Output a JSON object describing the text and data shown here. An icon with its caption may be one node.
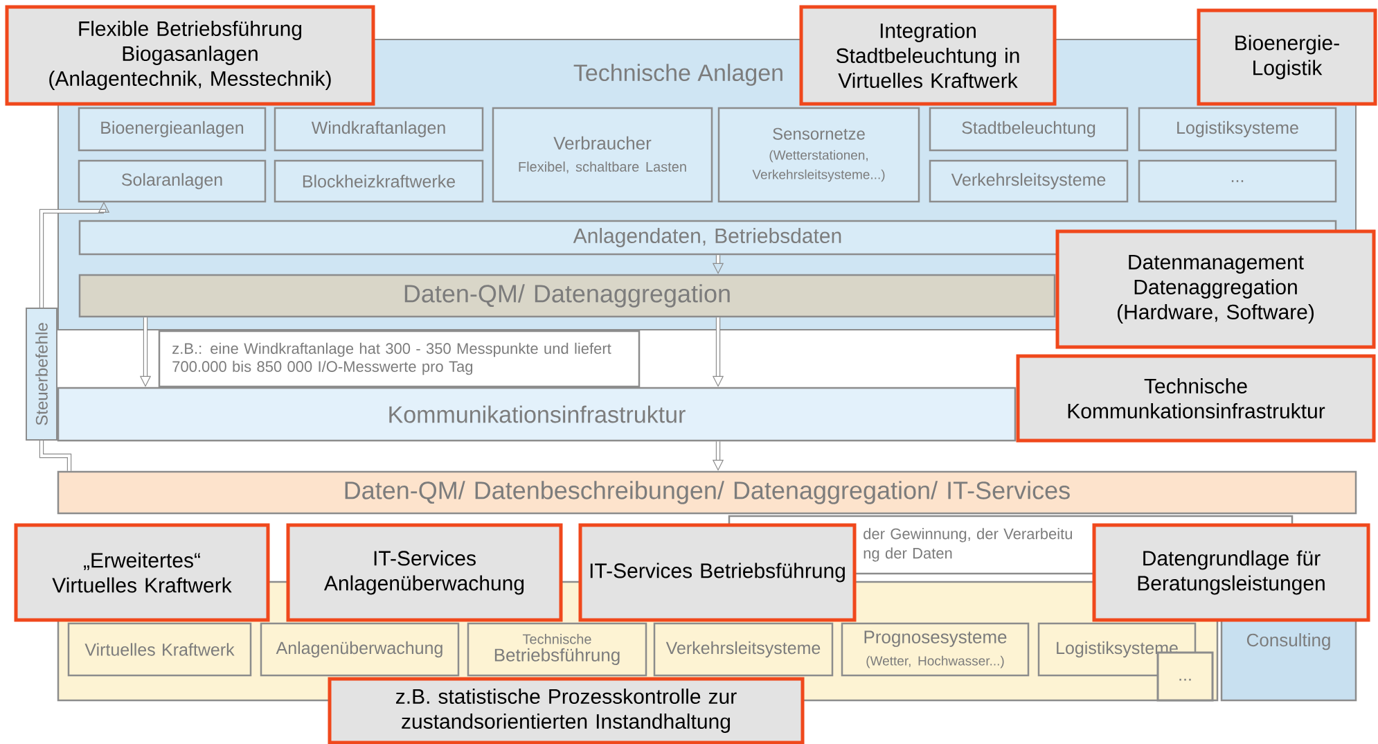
{
  "diagram": {
    "nodes": [
      {
        "text": [
          "Flexible Betriebsführung Biogasanlagen (Anlagentechnik, Messtechnik)"
        ]
      },
      {
        "text": [
          "Technische Anlagen"
        ]
      },
      {
        "text": [
          "Integration Stadtbeleuchtung in Virtuelles Kraftwerk"
        ]
      },
      {
        "text": [
          "Bioenergie-Logistik"
        ]
      },
      {
        "text": [
          "Bioenergieanlagen"
        ],
        "in": 1
      },
      {
        "text": [
          "Windkraftanlagen"
        ],
        "in": 1
      },
      {
        "text": [
          "Verbraucher",
          "Flexibel, schaltbare Lasten"
        ],
        "in": 1
      },
      {
        "text": [
          "Sensornetze",
          "(Wetterstationen, Verkehrsleitsysteme...)"
        ],
        "in": 1
      },
      {
        "text": [
          "Stadtbeleuchtung"
        ],
        "in": 1
      },
      {
        "text": [
          "Logistiksysteme"
        ],
        "in": 1
      },
      {
        "text": [
          "Solaranlagen"
        ],
        "in": 1
      },
      {
        "text": [
          "Blockheizkraftwerke"
        ],
        "in": 1
      },
      {
        "text": [
          "Verkehrsleitsysteme"
        ],
        "in": 1
      },
      {
        "text": [
          "..."
        ],
        "in": 1
      },
      {
        "text": [
          "Anlagendaten, Betriebsdaten"
        ],
        "in": 1
      },
      {
        "text": [
          "Daten-QM/ Datenaggregation"
        ],
        "in": 1
      },
      {
        "text": [
          "Datenmanagement Datenaggregation (Hardware, Software)"
        ]
      },
      {
        "text": [
          "z.B.: eine Windkraftanlage hat 300 - 350 Messpunkte und liefert 700.000 bis 850 000 I/O-Messwerte pro Tag"
        ]
      },
      {
        "text": [
          "Kommunikationsinfrastruktur"
        ]
      },
      {
        "text": [
          "Technische Kommunkationsinfrastruktur"
        ]
      },
      {
        "text": [
          "Daten-QM/ Datenbeschreibungen/ Datenaggregation/  IT-Services"
        ]
      },
      {
        "text": [
          "der Gewinnung, der Verarbeitu",
          "ng der Daten"
        ]
      },
      {
        "text": [
          "„Erweitertes“ Virtuelles Kraftwerk"
        ]
      },
      {
        "text": [
          "IT-Services Anlagenüberwachung"
        ]
      },
      {
        "text": [
          "IT-Services Betriebsführung"
        ]
      },
      {
        "text": [
          "Datengrundlage für Beratungsleistungen"
        ]
      },
      {
        "text": [],
        "shape": "box"
      },
      {
        "text": [
          "Virtuelles Kraftwerk"
        ],
        "in": 26
      },
      {
        "text": [
          "Anlagenüberwachung"
        ],
        "in": 26
      },
      {
        "text": [
          "Technische",
          "Betriebsführung"
        ],
        "in": 26
      },
      {
        "text": [
          "Verkehrsleitsysteme"
        ],
        "in": 26
      },
      {
        "text": [
          "Prognosesysteme",
          "(Wetter, Hochwasser...)"
        ],
        "in": 26
      },
      {
        "text": [
          "Logistiksysteme"
        ],
        "in": 26
      },
      {
        "text": [
          "..."
        ],
        "in": 26
      },
      {
        "text": [
          "Consulting"
        ]
      },
      {
        "text": [
          "z.B. statistische Prozesskontrolle zur zustandsorientierten Instandhaltung"
        ]
      }
    ],
    "edges": [
      {
        "from": 14,
        "to": 15,
        "arrow": "to"
      },
      {
        "from": 15,
        "to": 18,
        "arrow": "to"
      },
      {
        "from": 18,
        "to": 20,
        "arrow": "to"
      },
      {
        "from": 15,
        "to": 18,
        "arrow": "to"
      },
      {
        "from": 20,
        "to": 10,
        "arrow": "to",
        "label": "Steuerbefehle"
      }
    ]
  }
}
